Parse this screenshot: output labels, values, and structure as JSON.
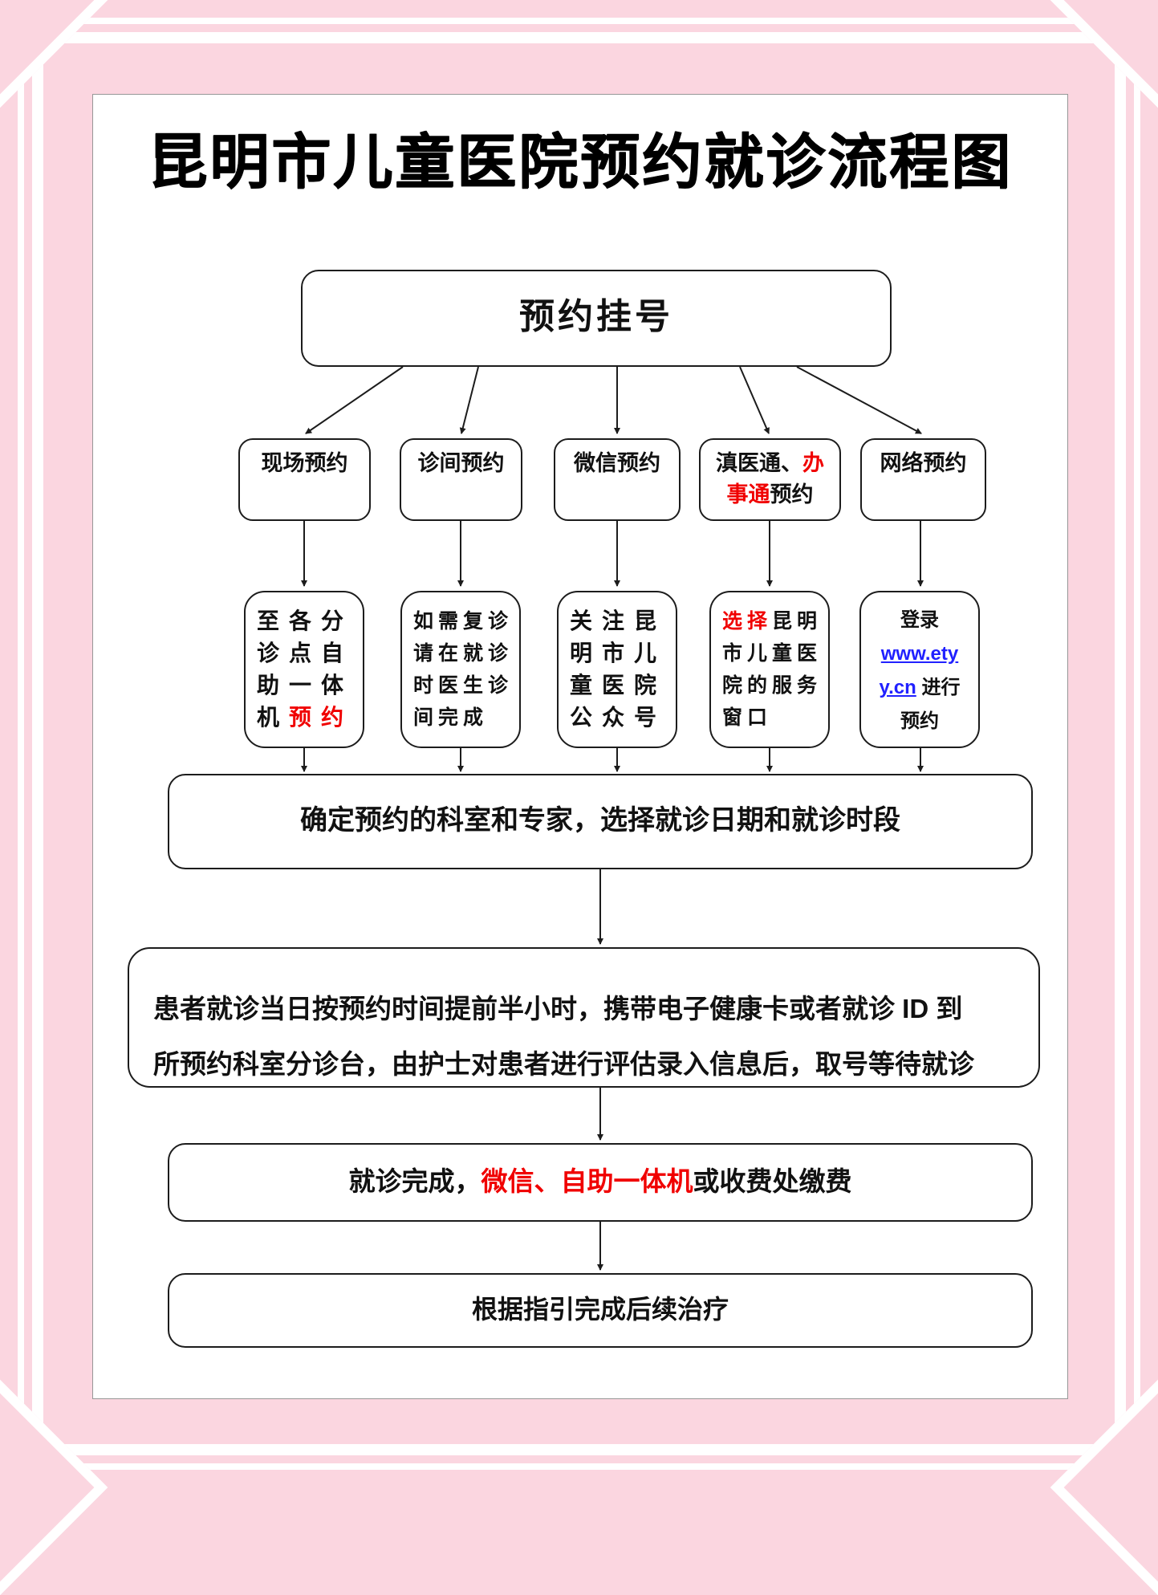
{
  "colors": {
    "background_pink": "#fbd6e0",
    "panel_white": "#ffffff",
    "box_border_black": "#1c1c1c",
    "accent_red": "#f00000",
    "link_blue": "#2121ff"
  },
  "title": "昆明市儿童医院预约就诊流程图",
  "flow": {
    "start_label": "预约挂号",
    "branches": [
      {
        "text": "现场预约"
      },
      {
        "text": "诊间预约"
      },
      {
        "text": "微信预约"
      },
      {
        "text": "滇医通、",
        "red": "办事通",
        "suffix": "预约"
      },
      {
        "text": "网络预约"
      }
    ],
    "methods": [
      {
        "lines": [
          {
            "text": "至各分"
          },
          {
            "text": "诊点自"
          },
          {
            "text": "助一体"
          },
          {
            "text": "机",
            "red": "预约"
          }
        ]
      },
      {
        "lines": [
          {
            "text": "如需复诊"
          },
          {
            "text": "请在就诊"
          },
          {
            "text": "时医生诊"
          },
          {
            "text": "间完成"
          }
        ]
      },
      {
        "lines": [
          {
            "text": "关注昆"
          },
          {
            "text": "明市儿"
          },
          {
            "text": "童医院"
          },
          {
            "text": "公众号"
          }
        ]
      },
      {
        "lines": [
          {
            "red": "选择",
            "text": "昆明"
          },
          {
            "text": "市儿童医"
          },
          {
            "text": "院的服务"
          },
          {
            "text": "窗口"
          }
        ]
      },
      {
        "lines": [
          {
            "text": "登录"
          },
          {
            "link": "www.ety"
          },
          {
            "link": "y.cn",
            "text": " 进行"
          },
          {
            "text": "预约"
          }
        ]
      }
    ],
    "steps": {
      "choose": "确定预约的科室和专家，选择就诊日期和就诊时段",
      "arrive_line1": "患者就诊当日按预约时间提前半小时，携带电子健康卡或者就诊 ID 到",
      "arrive_line2": "所预约科室分诊台，由护士对患者进行评估录入信息后，取号等待就诊",
      "pay_prefix": "就诊完成，",
      "pay_red": "微信、自助一体机",
      "pay_suffix": "或收费处缴费",
      "followup": "根据指引完成后续治疗"
    }
  }
}
